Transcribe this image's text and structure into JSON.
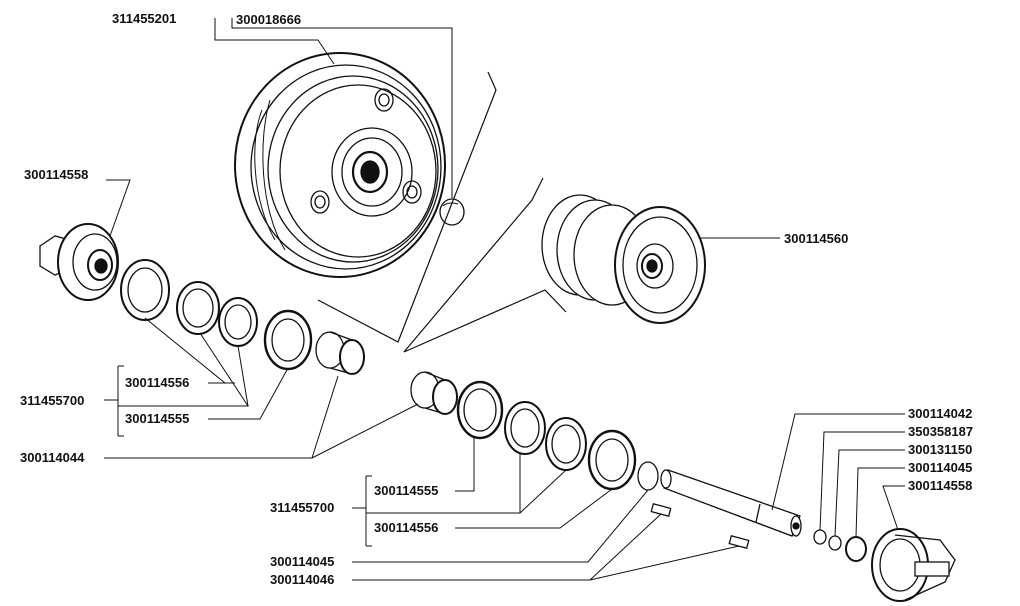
{
  "callouts": [
    {
      "id": "c1",
      "text": "311455201"
    },
    {
      "id": "c2",
      "text": "300018666"
    },
    {
      "id": "c3",
      "text": "300114558"
    },
    {
      "id": "c4",
      "text": "300114560"
    },
    {
      "id": "c5",
      "text": "300114556"
    },
    {
      "id": "c6",
      "text": "311455700"
    },
    {
      "id": "c7",
      "text": "300114555"
    },
    {
      "id": "c8",
      "text": "300114044"
    },
    {
      "id": "c9",
      "text": "300114042"
    },
    {
      "id": "c10",
      "text": "350358187"
    },
    {
      "id": "c11",
      "text": "300131150"
    },
    {
      "id": "c12",
      "text": "300114045"
    },
    {
      "id": "c13",
      "text": "300114558"
    },
    {
      "id": "c14",
      "text": "300114555"
    },
    {
      "id": "c15",
      "text": "311455700"
    },
    {
      "id": "c16",
      "text": "300114556"
    },
    {
      "id": "c17",
      "text": "300114045"
    },
    {
      "id": "c18",
      "text": "300114046"
    }
  ]
}
